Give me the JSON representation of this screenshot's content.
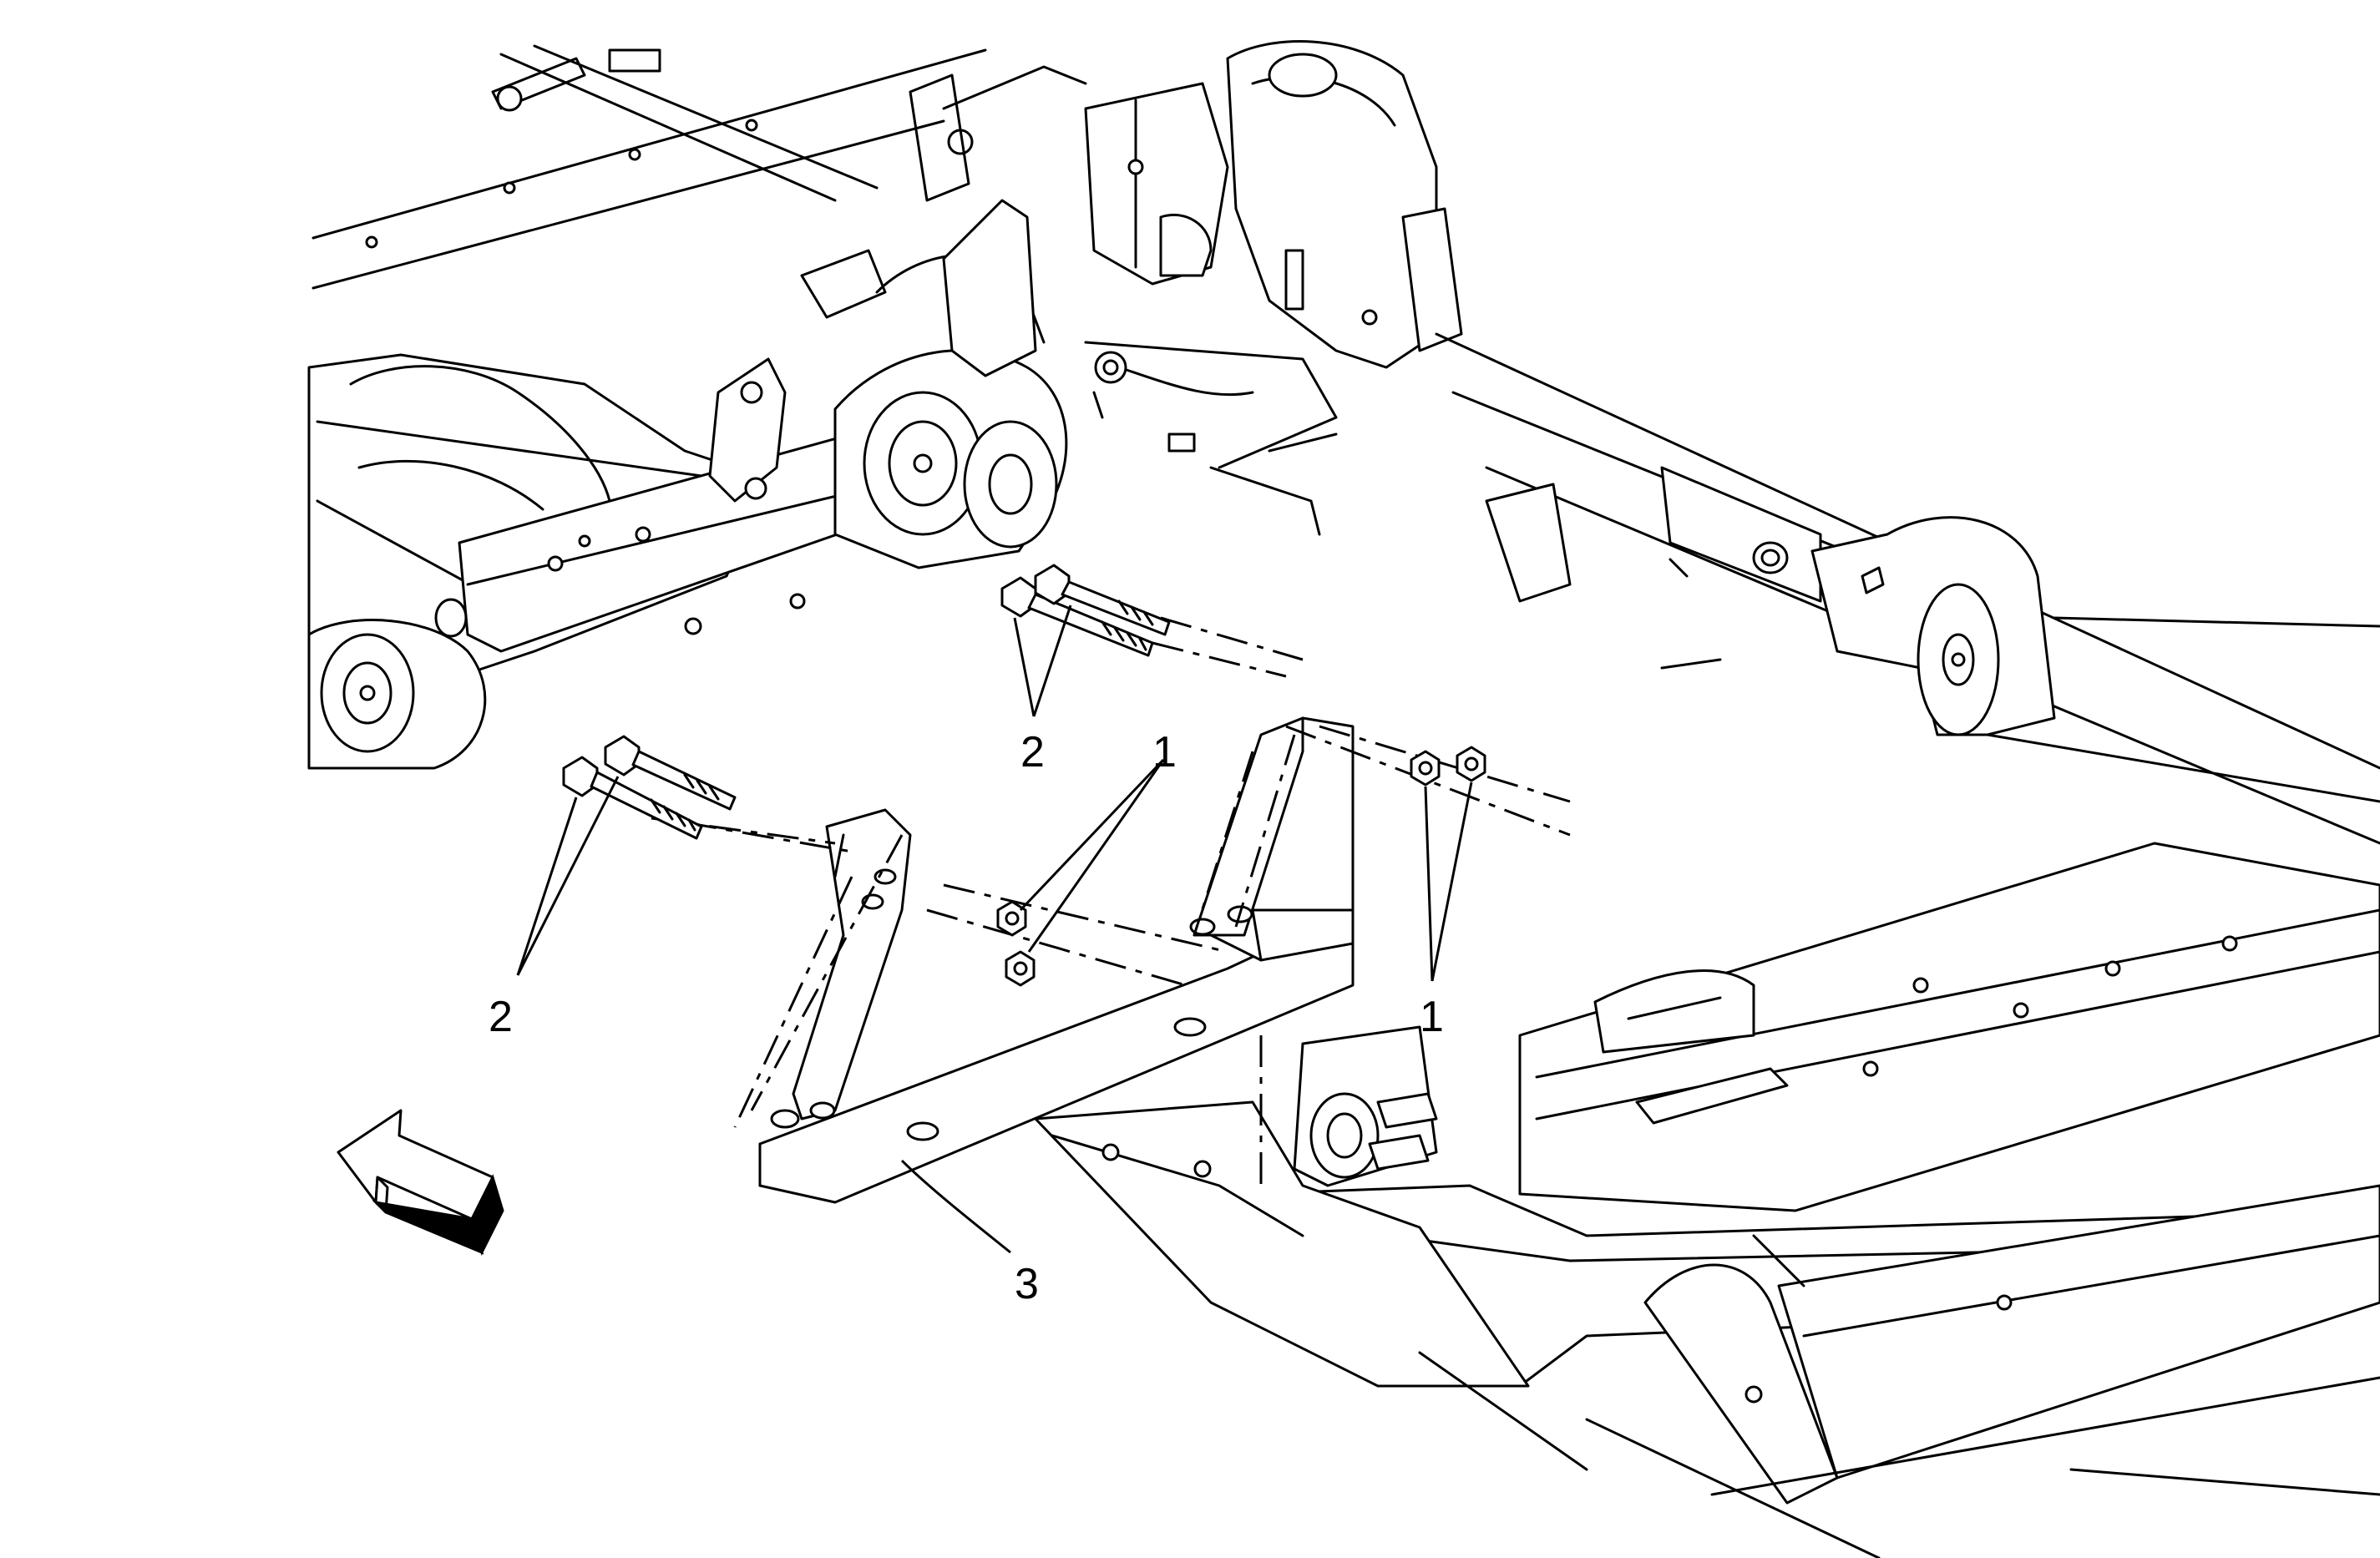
{
  "callouts": {
    "nut_label_top": "1",
    "nut_label_right": "1",
    "bolt_label_top": "2",
    "bolt_label_left": "2",
    "bracket_label": "3"
  },
  "icons": {
    "direction_arrow": "front-direction-arrow-icon"
  },
  "colors": {
    "line": "#000000",
    "background": "#ffffff"
  }
}
